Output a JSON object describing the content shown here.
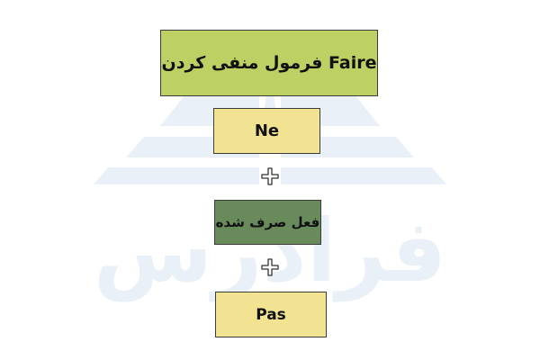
{
  "colors": {
    "title_fill": "#bdd064",
    "ne_fill": "#f1e392",
    "verb_fill": "#698a5b",
    "pas_fill": "#f1e392",
    "watermark": "#e9f0f8"
  },
  "diagram": {
    "title": "فرمول منفی کردن Faire",
    "steps": [
      "Ne",
      "فعل صرف شده",
      "Pas"
    ],
    "connector_icon": "plus-icon"
  },
  "watermark": {
    "brand_text": "فرادرس",
    "icon": "building-logo-icon"
  }
}
